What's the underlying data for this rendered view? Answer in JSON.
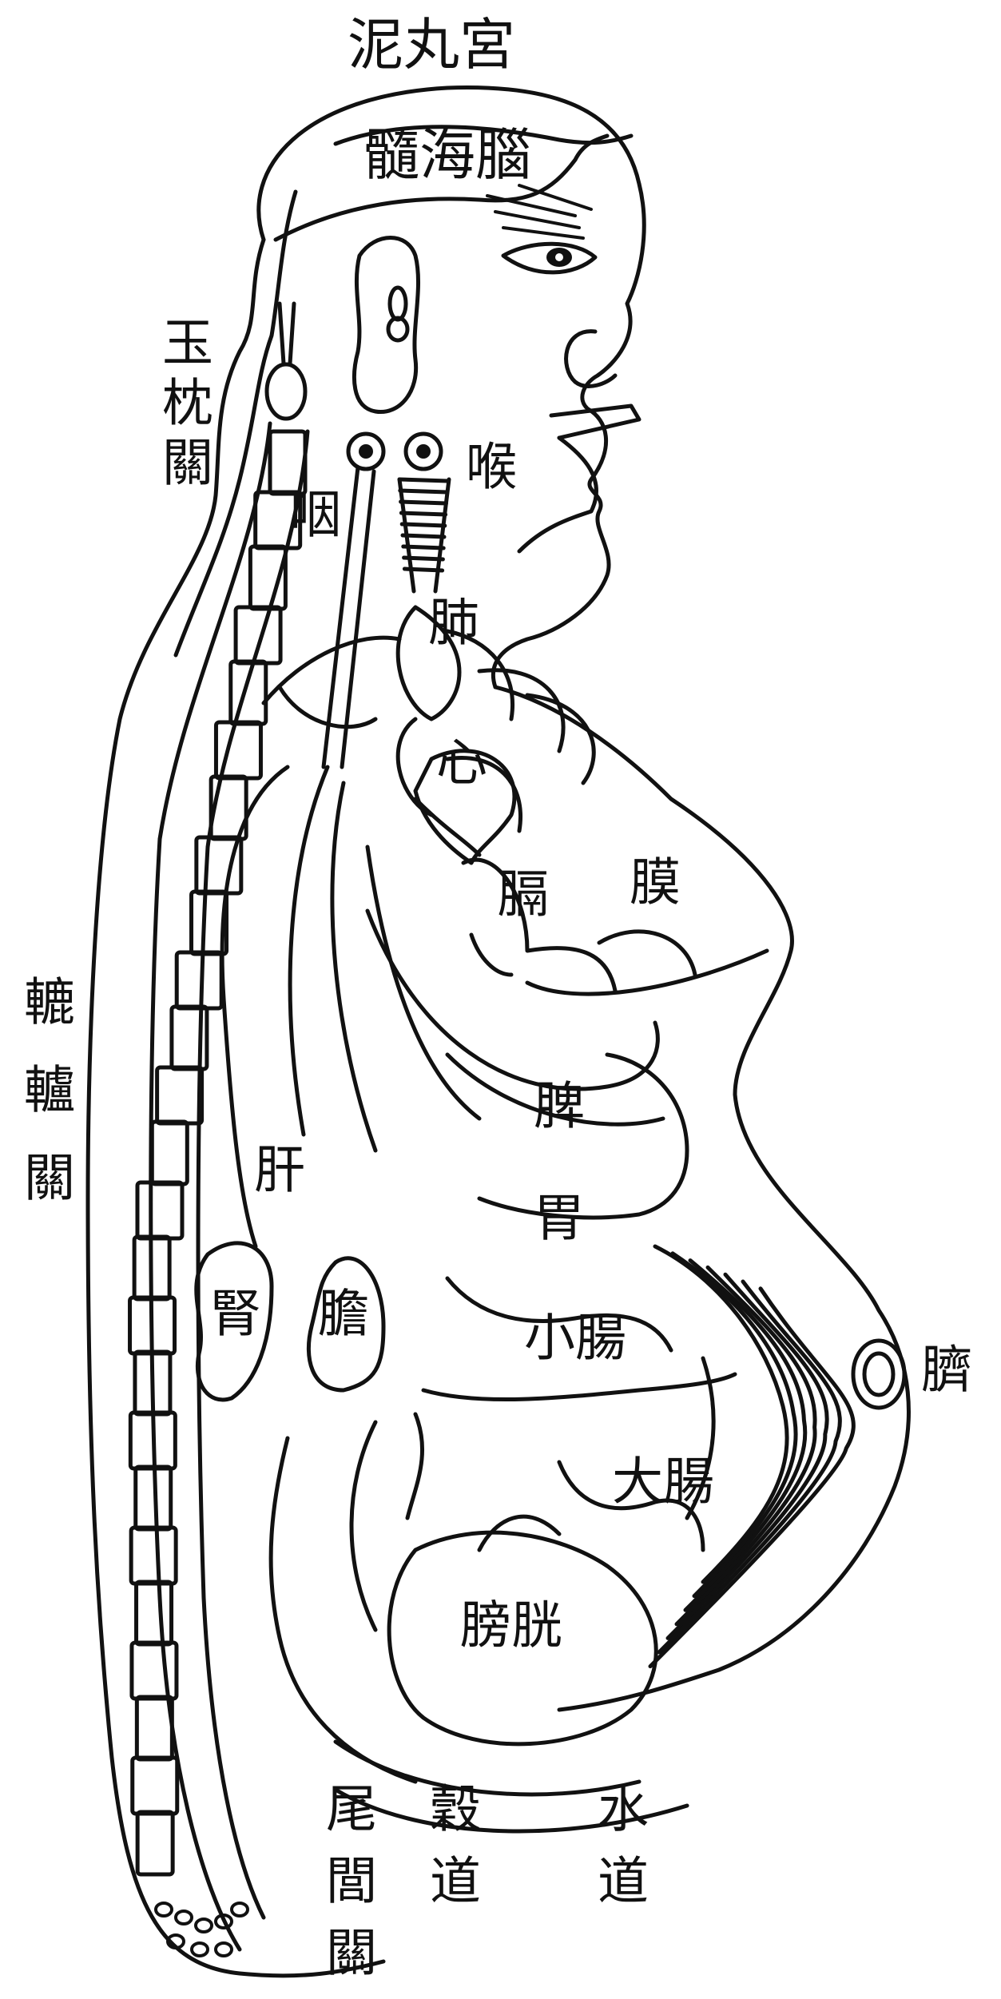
{
  "diagram": {
    "labels": {
      "niwan_gong": "泥丸宮",
      "nao_sui_hai": "髓海腦",
      "yuzhen_guan": [
        "玉",
        "枕",
        "關"
      ],
      "hou": "喉",
      "yan": "咽",
      "fei": "肺",
      "xin": "心",
      "ge": "膈",
      "mo": "膜",
      "lulu_guan": [
        "轆",
        "轤",
        "關"
      ],
      "pi": "脾",
      "gan": "肝",
      "wei": "胃",
      "shen": "腎",
      "dan": "膽",
      "xiao_chang": "小腸",
      "qi": "臍",
      "da_chang": "大腸",
      "pangguang": "膀胱",
      "weilu_guan": [
        "尾",
        "閭",
        "關"
      ],
      "gu_dao": [
        "穀",
        "道"
      ],
      "shui_dao": [
        "水",
        "道"
      ]
    },
    "colors": {
      "ink": "#111111",
      "paper": "#ffffff"
    }
  }
}
